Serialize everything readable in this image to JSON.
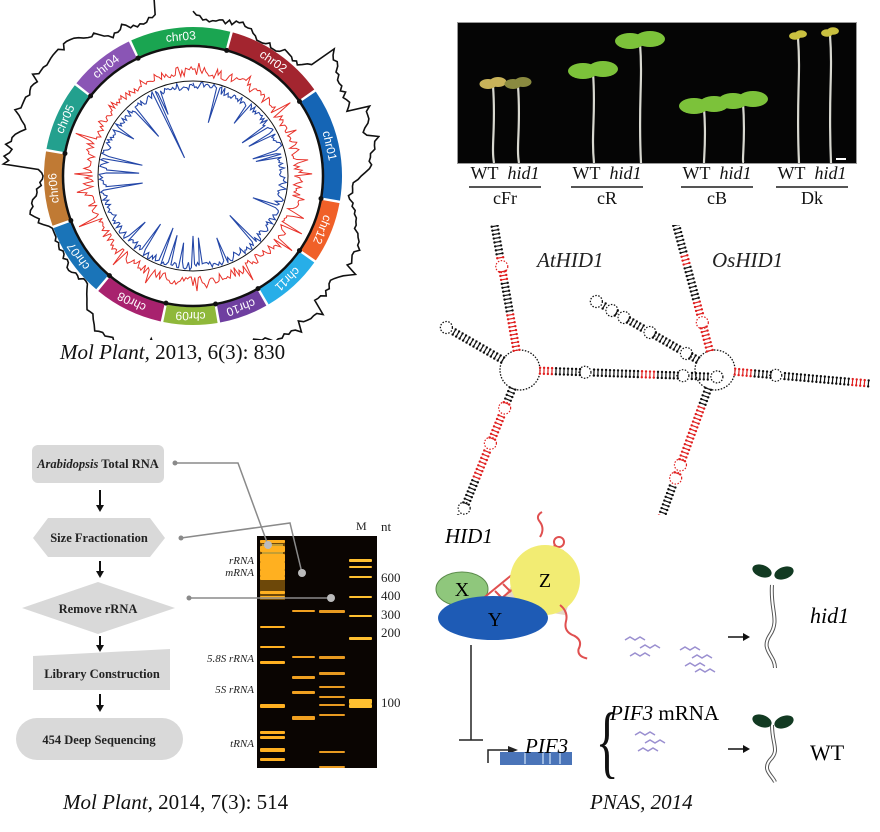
{
  "panels": {
    "circos": {
      "caption_journal": "Mol Plant,",
      "caption_ref": " 2013, 6(3): 830",
      "chromosomes": [
        {
          "label": "chr03",
          "color": "#1aa551"
        },
        {
          "label": "chr02",
          "color": "#a3252f"
        },
        {
          "label": "chr01",
          "color": "#1565b5"
        },
        {
          "label": "chr12",
          "color": "#f06028"
        },
        {
          "label": "chr11",
          "color": "#27aee8"
        },
        {
          "label": "chr10",
          "color": "#6f3fa0"
        },
        {
          "label": "chr09",
          "color": "#8fb83a"
        },
        {
          "label": "chr08",
          "color": "#a8226e"
        },
        {
          "label": "chr07",
          "color": "#1a74b8"
        },
        {
          "label": "chr06",
          "color": "#c07a34"
        },
        {
          "label": "chr05",
          "color": "#23a08e"
        },
        {
          "label": "chr04",
          "color": "#8a55b5"
        }
      ],
      "track_colors": {
        "outer": "#111111",
        "red": "#e8322a",
        "blue": "#2447a8"
      }
    },
    "seedlings": {
      "genotypes": [
        "WT",
        "hid1"
      ],
      "conditions": [
        "cFr",
        "cR",
        "cB",
        "Dk"
      ]
    },
    "rna_structures": {
      "left_label": "AtHID1",
      "right_label": "OsHID1"
    },
    "workflow": {
      "steps": [
        {
          "italic": "Arabidopsis",
          "text": " Total RNA"
        },
        {
          "italic": "",
          "text": "Size Fractionation"
        },
        {
          "italic": "",
          "text": "Remove rRNA"
        },
        {
          "italic": "",
          "text": "Library Construction"
        },
        {
          "italic": "",
          "text": "454 Deep Sequencing"
        }
      ],
      "gel": {
        "band_labels": [
          "rRNA",
          "mRNA",
          "5.8S rRNA",
          "5S rRNA",
          "tRNA"
        ],
        "marker_label": "M",
        "unit": "nt",
        "marker_sizes": [
          "600",
          "400",
          "300",
          "200",
          "100"
        ]
      },
      "caption_journal": "Mol Plant,",
      "caption_ref": " 2014, 7(3): 514"
    },
    "model": {
      "rna_label": "HID1",
      "proteins": [
        "X",
        "Y",
        "Z"
      ],
      "gene_label": "PIF3",
      "mrna_italic": "PIF3",
      "mrna_text": " mRNA",
      "outcomes": [
        "hid1",
        "WT"
      ],
      "caption": "PNAS, 2014"
    }
  }
}
